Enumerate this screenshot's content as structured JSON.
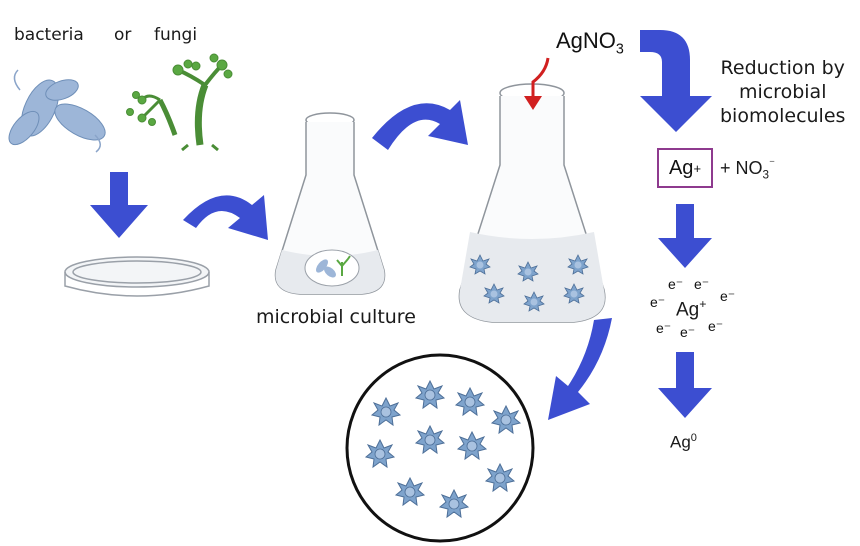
{
  "labels": {
    "bacteria": "bacteria",
    "or": "or",
    "fungi": "fungi",
    "microbial_culture": "microbial culture",
    "agno3": "AgNO",
    "agno3_sub": "3",
    "reduction_line1": "Reduction by",
    "reduction_line2": "microbial",
    "reduction_line3": "biomolecules",
    "ag_plus": "Ag",
    "ag_plus_sup": "+",
    "no3": "+ NO",
    "no3_sub": "3",
    "no3_sup": "⁻",
    "electron": "e⁻",
    "ag_plus_center": "Ag",
    "ag_plus_center_sup": "+",
    "ag0": "Ag",
    "ag0_sup": "0"
  },
  "colors": {
    "arrow": "#3c4ed1",
    "bacteria": "#9db6d8",
    "fungi": "#5aa842",
    "nanoparticle": "#7ea3cc",
    "box_border": "#8e3a8e",
    "drop_arrow": "#d12020"
  }
}
